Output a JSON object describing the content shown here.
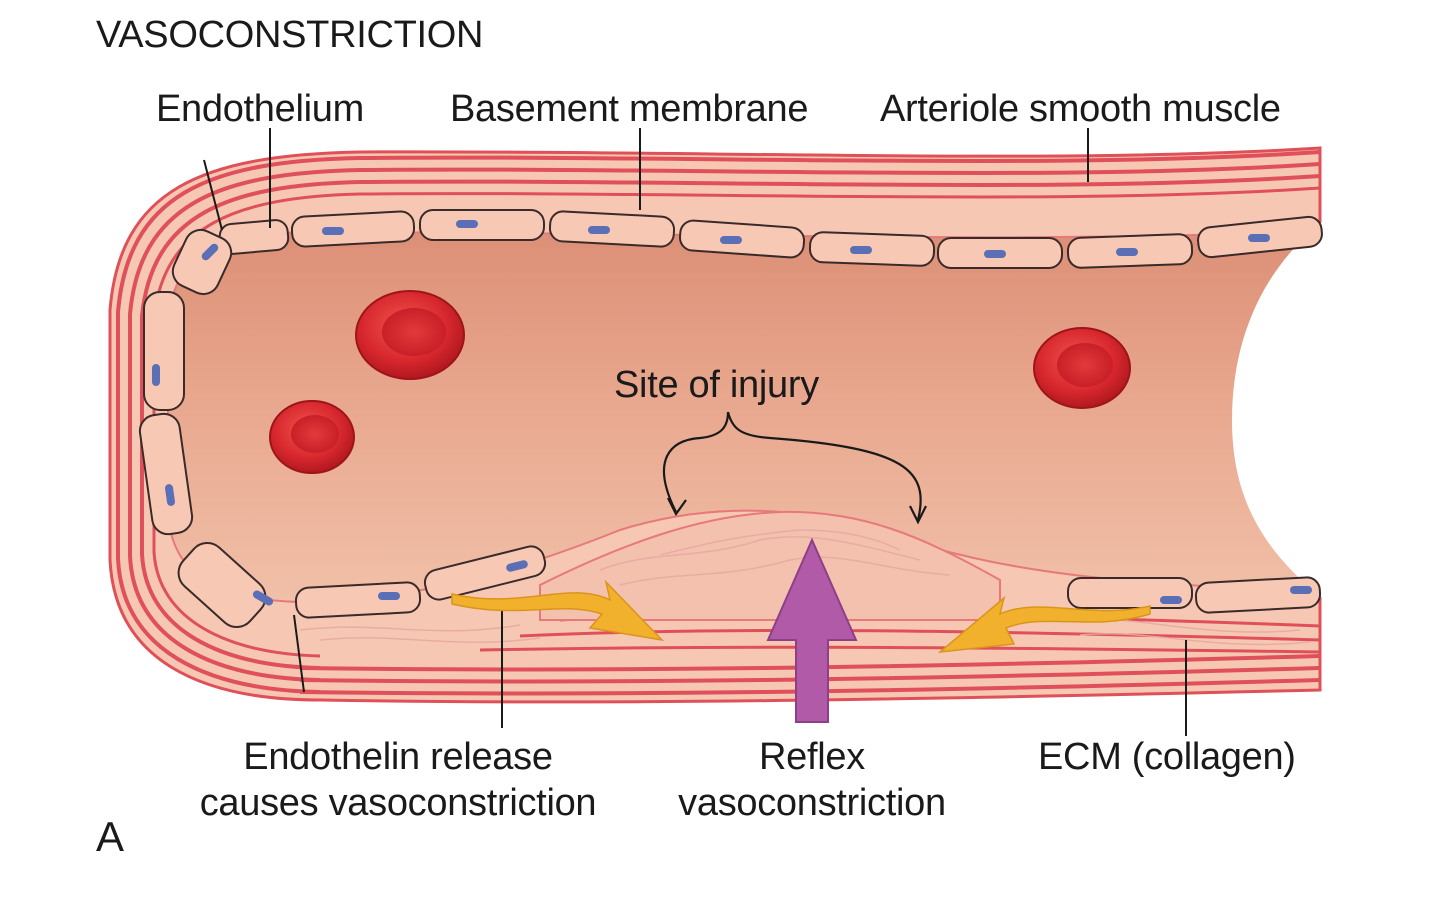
{
  "title": "VASOCONSTRICTION",
  "panel_letter": "A",
  "labels": {
    "endothelium": "Endothelium",
    "basement_membrane": "Basement membrane",
    "smooth_muscle": "Arteriole smooth muscle",
    "site_of_injury": "Site of injury",
    "endothelin_line1": "Endothelin release",
    "endothelin_line2": "causes vasoconstriction",
    "reflex_line1": "Reflex",
    "reflex_line2": "vasoconstriction",
    "ecm": "ECM (collagen)"
  },
  "colors": {
    "vessel_wall": "#f6c8b3",
    "muscle_stripe": "#e0505a",
    "lumen": "#e29a80",
    "endothelial_cell": "#f7c9b4",
    "nucleus": "#5b6fb7",
    "rbc": "#d8282e",
    "endothelin_arrow": "#f2b12c",
    "reflex_arrow": "#b15aa8",
    "ecm_fibers": "#e8aaa3"
  }
}
